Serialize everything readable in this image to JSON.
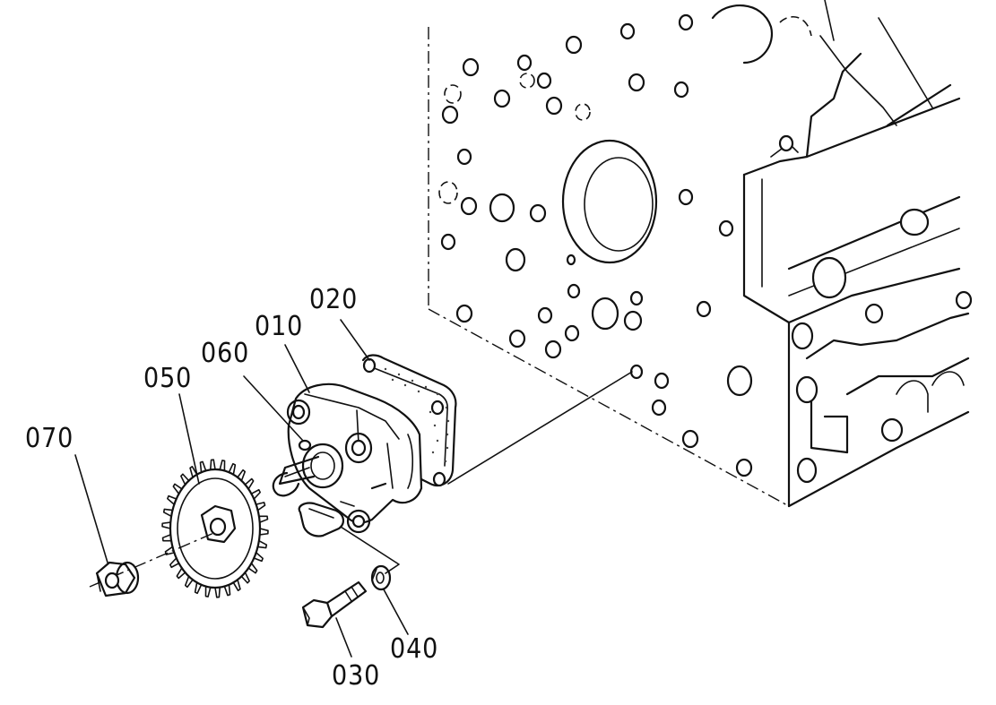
{
  "callouts": {
    "p010": "010",
    "p020": "020",
    "p030": "030",
    "p040": "040",
    "p050": "050",
    "p060": "060",
    "p070": "070"
  },
  "colors": {
    "line": "#111111",
    "background": "#ffffff"
  }
}
